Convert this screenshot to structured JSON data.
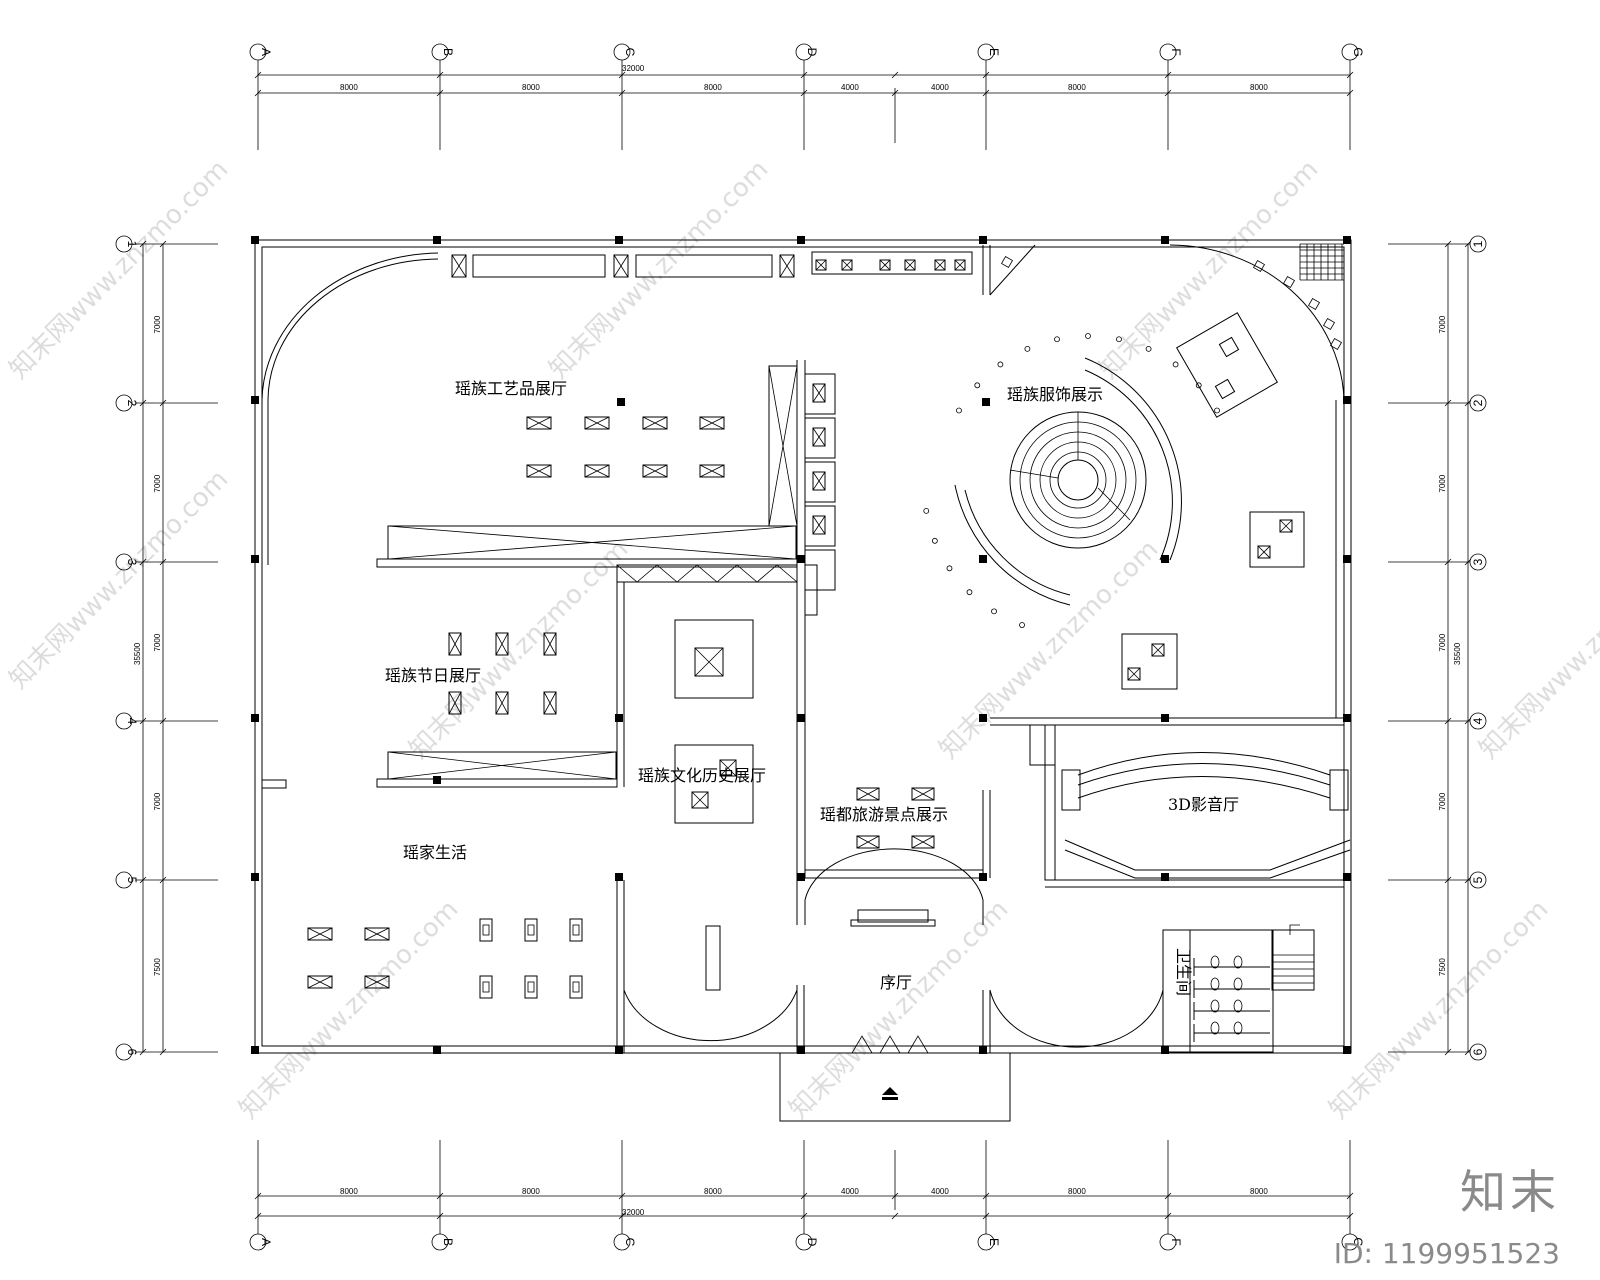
{
  "dimensions": {
    "top_total": "32000",
    "bottom_total": "32000",
    "left_total": "35500",
    "right_total": "35500",
    "bays_x": [
      "8000",
      "8000",
      "8000",
      "4000",
      "4000",
      "8000",
      "8000"
    ],
    "bays_y": [
      "7000",
      "7000",
      "7000",
      "7000",
      "7500"
    ]
  },
  "axes": {
    "columns": [
      "A",
      "B",
      "C",
      "D",
      "E",
      "F",
      "G"
    ],
    "rows": [
      "1",
      "2",
      "3",
      "4",
      "5",
      "6"
    ]
  },
  "rooms": {
    "crafts_hall": "瑶族工艺品展厅",
    "costume_display": "瑶族服饰展示",
    "festival_hall": "瑶族节日展厅",
    "culture_history_hall": "瑶族文化历史展厅",
    "tourism_display": "瑶都旅游景点展示",
    "home_life": "瑶家生活",
    "cinema_3d": "3D影音厅",
    "foyer": "序厅",
    "restroom": "卫生间"
  },
  "watermark": {
    "diagonal_text": "知末网www.znzmo.com",
    "logo": "知末",
    "id": "ID: 1199951523"
  }
}
